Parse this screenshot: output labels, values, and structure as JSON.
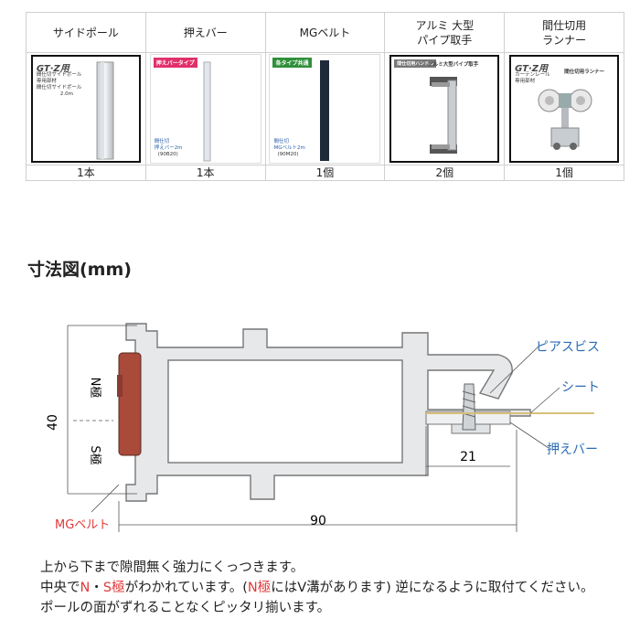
{
  "parts": [
    {
      "name": "サイドポール",
      "qty": "1本",
      "image_labels": {
        "brand": "GT·Z用",
        "line1": "間仕切サイドポール",
        "line2": "専用部材",
        "line3": "間仕切サイドポール",
        "line4": "2.0m"
      }
    },
    {
      "name": "押えバー",
      "qty": "1本",
      "image_labels": {
        "tag": "押えバータイプ",
        "line1": "間仕切",
        "line2": "押えバー2m",
        "line3": "(90B20)"
      }
    },
    {
      "name": "MGベルト",
      "qty": "1個",
      "image_labels": {
        "tag": "各タイプ共通",
        "line1": "間仕切",
        "line2": "MGベルト2m",
        "line3": "(90M20)"
      }
    },
    {
      "name_line1": "アルミ 大型",
      "name_line2": "パイプ取手",
      "qty": "2個",
      "image_labels": {
        "tag": "間仕切用ハンドル",
        "line1": "アルミ大型パイプ取手"
      }
    },
    {
      "name_line1": "間仕切用",
      "name_line2": "ランナー",
      "qty": "1個",
      "image_labels": {
        "brand": "GT·Z用",
        "line1": "カーテンレール",
        "line2": "専用部材",
        "line3": "間仕切用ランナー"
      }
    }
  ],
  "section_title": "寸法図(mm)",
  "diagram": {
    "labels": {
      "pias": "ピアスビス",
      "sheet": "シート",
      "bar": "押えバー",
      "belt": "MGベルト",
      "n_pole": "N極",
      "s_pole": "S極"
    },
    "dimensions": {
      "height": "40",
      "width": "90",
      "depth": "21"
    },
    "colors": {
      "profile_fill": "#e6e8ea",
      "profile_stroke": "#777",
      "belt": "#a94a3a",
      "label_blue": "#2b6cb3",
      "label_red": "#e03a3a"
    }
  },
  "notes": {
    "line1": "上から下まで隙間無く強力にくっつきます。",
    "line2_a": "中央で",
    "line2_n": "N",
    "line2_dot": "・",
    "line2_s": "S極",
    "line2_b": "がわかれています。(",
    "line2_n2": "N極",
    "line2_c": "にはV溝があります) 逆になるように取付てください。",
    "line3": "ポールの面がずれることなくピッタリ揃います。"
  }
}
